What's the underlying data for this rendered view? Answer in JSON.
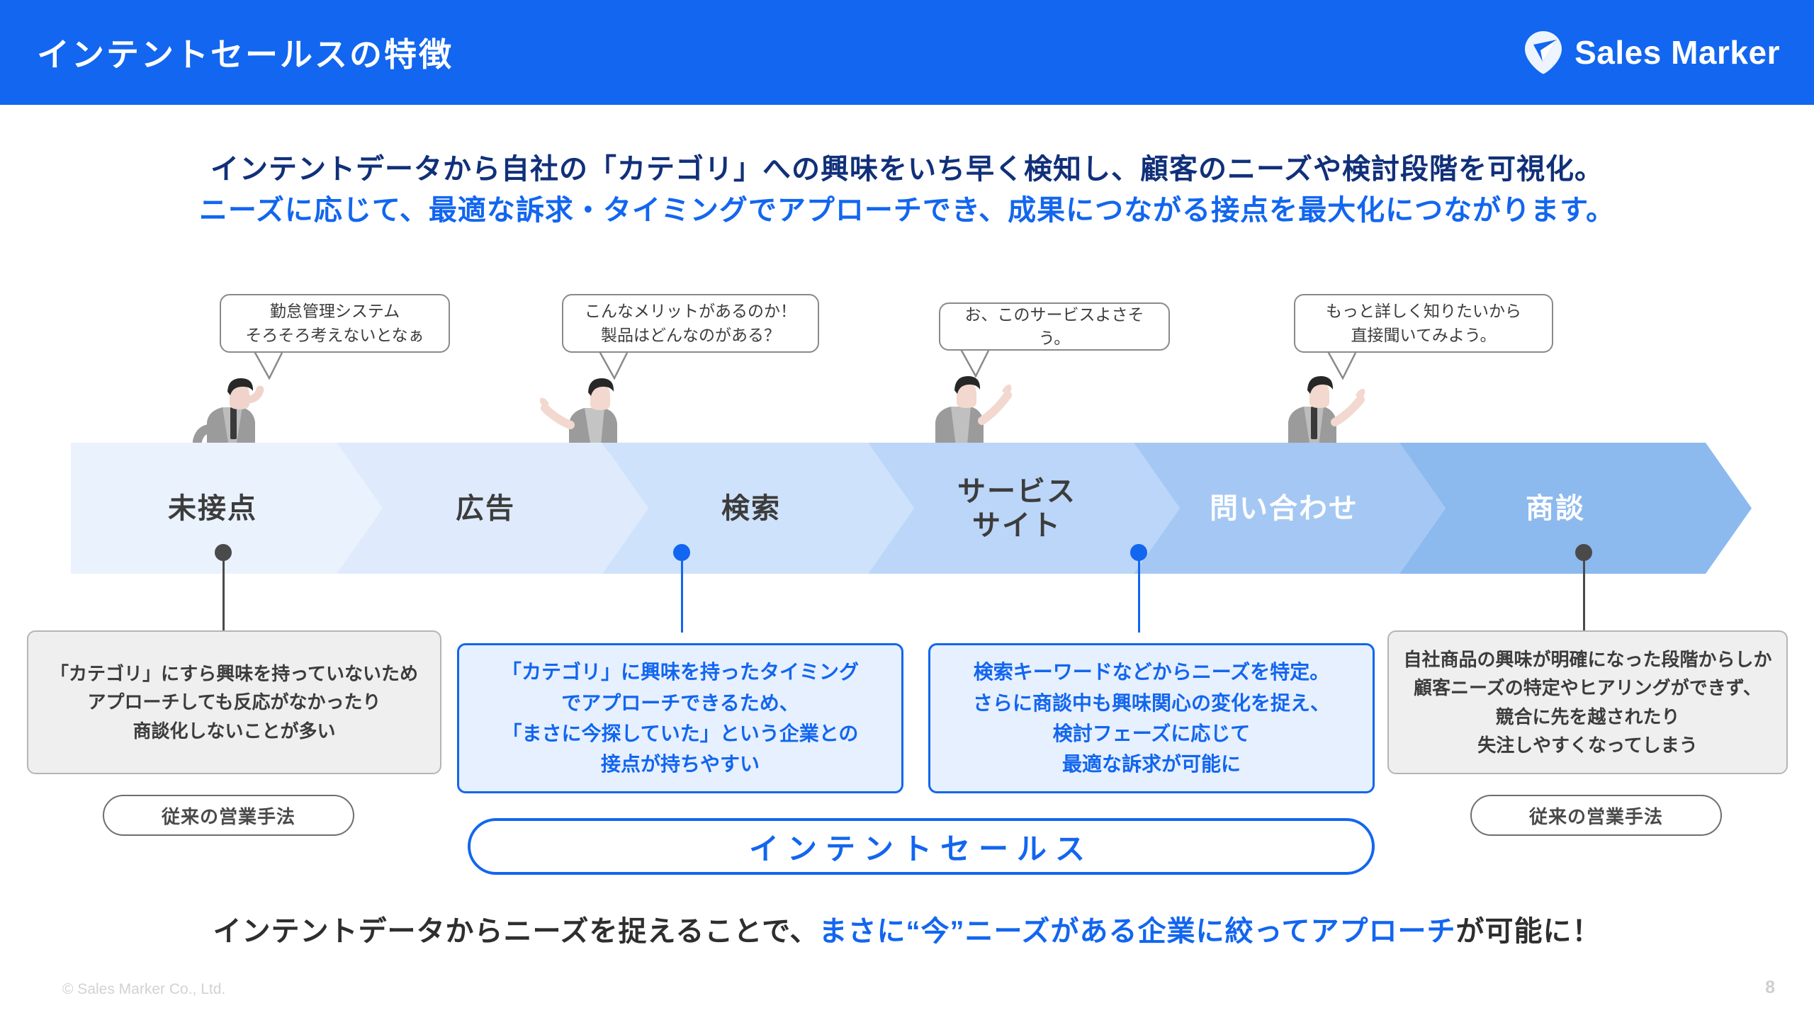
{
  "header": {
    "title": "インテントセールスの特徴",
    "logo_text": "Sales Marker",
    "logo_icon": "location-pin-check-icon",
    "bg_color": "#1266EF"
  },
  "lead": {
    "line1": "インテントデータから自社の「カテゴリ」への興味をいち早く検知し、顧客のニーズや検討段階を可視化。",
    "line1_color": "#11307a",
    "line2": "ニーズに応じて、最適な訴求・タイミングでアプローチでき、成果につながる接点を最大化につながります。",
    "line2_color": "#1266EF"
  },
  "bubbles": [
    {
      "line1": "勤怠管理システム",
      "line2": "そろそろ考えないとなぁ"
    },
    {
      "line1": "こんなメリットがあるのか！",
      "line2": "製品はどんなのがある？"
    },
    {
      "line1": "お、このサービスよさそう。",
      "line2": ""
    },
    {
      "line1": "もっと詳しく知りたいから",
      "line2": "直接聞いてみよう。"
    }
  ],
  "funnel": {
    "stages": [
      {
        "label_line1": "未接点",
        "label_line2": "",
        "fill": "#eaf2fd",
        "text_color": "#3c3c3c"
      },
      {
        "label_line1": "広告",
        "label_line2": "",
        "fill": "#dfebfc",
        "text_color": "#3c3c3c"
      },
      {
        "label_line1": "検索",
        "label_line2": "",
        "fill": "#cfe2fb",
        "text_color": "#3c3c3c"
      },
      {
        "label_line1": "サービス",
        "label_line2": "サイト",
        "fill": "#bbd6f8",
        "text_color": "#3c3c3c"
      },
      {
        "label_line1": "問い合わせ",
        "label_line2": "",
        "fill": "#a4c8f3",
        "text_color": "#ffffff"
      },
      {
        "label_line1": "商談",
        "label_line2": "",
        "fill": "#8cb9ee",
        "text_color": "#ffffff"
      }
    ]
  },
  "connectors": [
    {
      "stage": "未接点",
      "dot_color": "#4a4a4a"
    },
    {
      "stage": "検索",
      "dot_color": "#1266EF"
    },
    {
      "stage": "サービスサイト",
      "dot_color": "#1266EF"
    },
    {
      "stage": "商談",
      "dot_color": "#4a4a4a"
    }
  ],
  "descriptions": [
    {
      "variant": "gray",
      "lines": [
        "「カテゴリ」にすら興味を持っていないため",
        "アプローチしても反応がなかったり",
        "商談化しないことが多い"
      ]
    },
    {
      "variant": "blue",
      "lines": [
        "「カテゴリ」に興味を持ったタイミング",
        "でアプローチできるため、",
        "「まさに今探していた」という企業との",
        "接点が持ちやすい"
      ]
    },
    {
      "variant": "blue",
      "lines": [
        "検索キーワードなどからニーズを特定。",
        "さらに商談中も興味関心の変化を捉え、",
        "検討フェーズに応じて",
        "最適な訴求が可能に"
      ]
    },
    {
      "variant": "gray",
      "lines": [
        "自社商品の興味が明確になった段階からしか",
        "顧客ニーズの特定やヒアリングができず、",
        "競合に先を越されたり",
        "失注しやすくなってしまう"
      ]
    }
  ],
  "pills": {
    "legacy_left": "従来の営業手法",
    "legacy_right": "従来の営業手法",
    "intent_sales": "インテントセールス"
  },
  "bottom": {
    "prefix": "インテントデータからニーズを捉えることで、",
    "highlight": "まさに“今”ニーズがある企業に絞ってアプローチ",
    "suffix": "が可能に！"
  },
  "footer": {
    "copyright": "© Sales Marker Co., Ltd.",
    "page_number": "8"
  }
}
